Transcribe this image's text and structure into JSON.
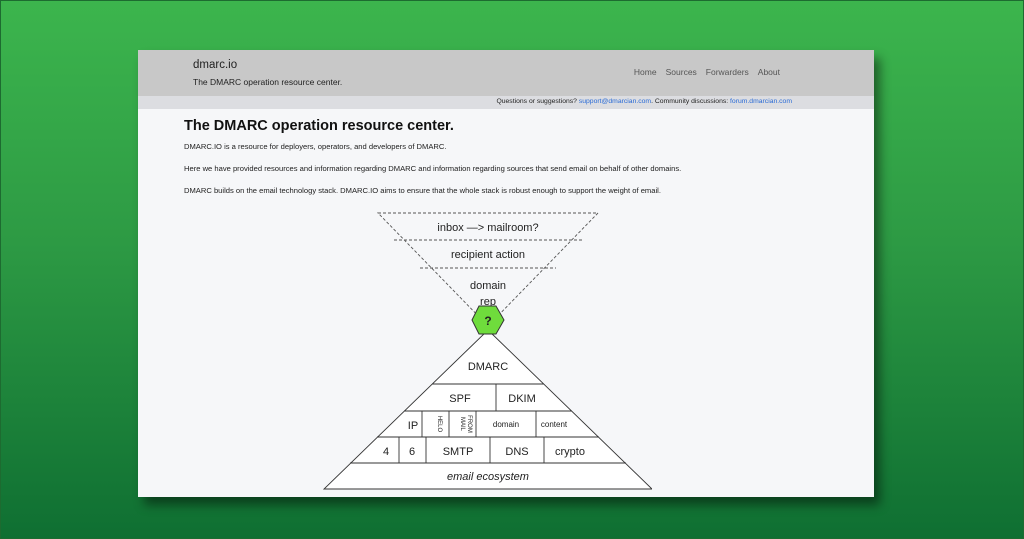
{
  "header": {
    "brand": "dmarc.io",
    "tagline": "The DMARC operation resource center.",
    "nav": [
      "Home",
      "Sources",
      "Forwarders",
      "About"
    ]
  },
  "contact_bar": {
    "questions_label": "Questions or suggestions?",
    "support_email": "support@dmarcian.com",
    "community_label": ". Community discussions:",
    "forum_link": "forum.dmarcian.com"
  },
  "main": {
    "title": "The DMARC operation resource center.",
    "paragraphs": [
      "DMARC.IO is a resource for deployers, operators, and developers of DMARC.",
      "Here we have provided resources and information regarding DMARC and information regarding sources that send email on behalf of other domains.",
      "DMARC builds on the email technology stack. DMARC.IO aims to ensure that the whole stack is robust enough to support the weight of email."
    ]
  },
  "diagram": {
    "funnel": {
      "inbox": "inbox —> mailroom?",
      "recipient_action": "recipient action",
      "domain_line1": "domain",
      "domain_line2": "rep"
    },
    "hexagon_label": "?",
    "hexagon_color": "#6fdc3c",
    "pyramid": {
      "dmarc": "DMARC",
      "spf": "SPF",
      "dkim": "DKIM",
      "ip": "IP",
      "helo": "HELO",
      "mail_from_line1": "MAIL",
      "mail_from_line2": "FROM",
      "domain": "domain",
      "content": "content",
      "four": "4",
      "six": "6",
      "smtp": "SMTP",
      "dns": "DNS",
      "crypto": "crypto",
      "ecosystem": "email ecosystem"
    }
  }
}
